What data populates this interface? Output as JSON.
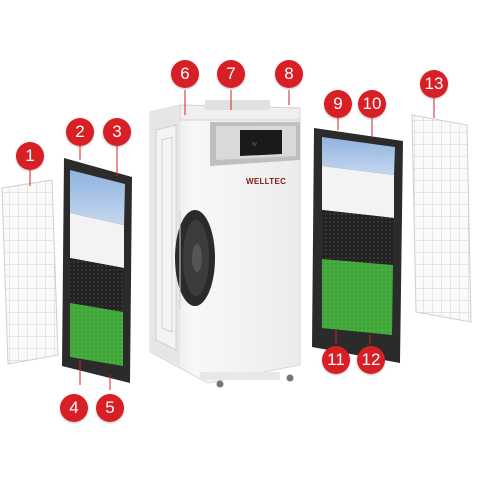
{
  "brand_logo_text": "WELLTEC",
  "callouts": [
    "1",
    "2",
    "3",
    "4",
    "5",
    "6",
    "7",
    "8",
    "9",
    "10",
    "11",
    "12",
    "13"
  ],
  "colors": {
    "callout_red": "#d81f26",
    "filter_frame": "#2b2b2b",
    "pre_filter_white": "#f2f2f2",
    "hepa_blue": "#a9c6e8",
    "carbon_black": "#1a1a1a",
    "green_filter": "#3fa63a",
    "purifier_body": "#f7f7f7"
  }
}
